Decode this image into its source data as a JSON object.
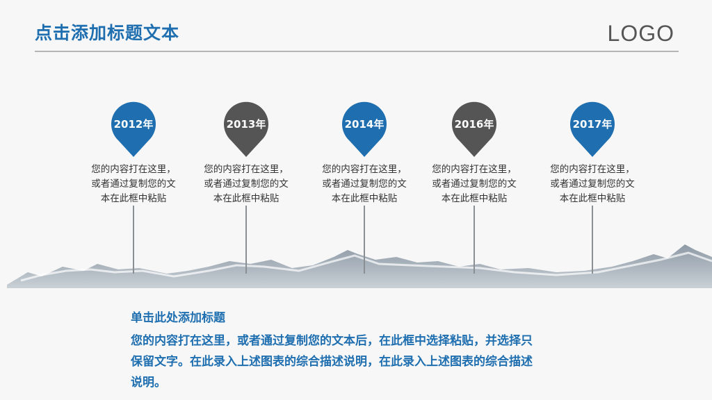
{
  "header": {
    "title": "点击添加标题文本",
    "logo": "LOGO"
  },
  "colors": {
    "accent": "#1f6fb0",
    "dark": "#555555"
  },
  "timeline": [
    {
      "year": "2012年",
      "color": "#1f6fb0",
      "text": "您的内容打在这里，\n或者通过复制您的文\n本在此框中粘贴"
    },
    {
      "year": "2013年",
      "color": "#555555",
      "text": "您的内容打在这里，\n或者通过复制您的文\n本在此框中粘贴"
    },
    {
      "year": "2014年",
      "color": "#1f6fb0",
      "text": "您的内容打在这里，\n或者通过复制您的文\n本在此框中粘贴"
    },
    {
      "year": "2016年",
      "color": "#555555",
      "text": "您的内容打在这里，\n或者通过复制您的文\n本在此框中粘贴"
    },
    {
      "year": "2017年",
      "color": "#1f6fb0",
      "text": "您的内容打在这里，\n或者通过复制您的文\n本在此框中粘贴"
    }
  ],
  "section": {
    "title": "单击此处添加标题",
    "body": "您的内容打在这里，或者通过复制您的文本后，在此框中选择粘贴，并选择只\n保留文字。在此录入上述图表的综合描述说明，在此录入上述图表的综合描述\n说明。"
  }
}
